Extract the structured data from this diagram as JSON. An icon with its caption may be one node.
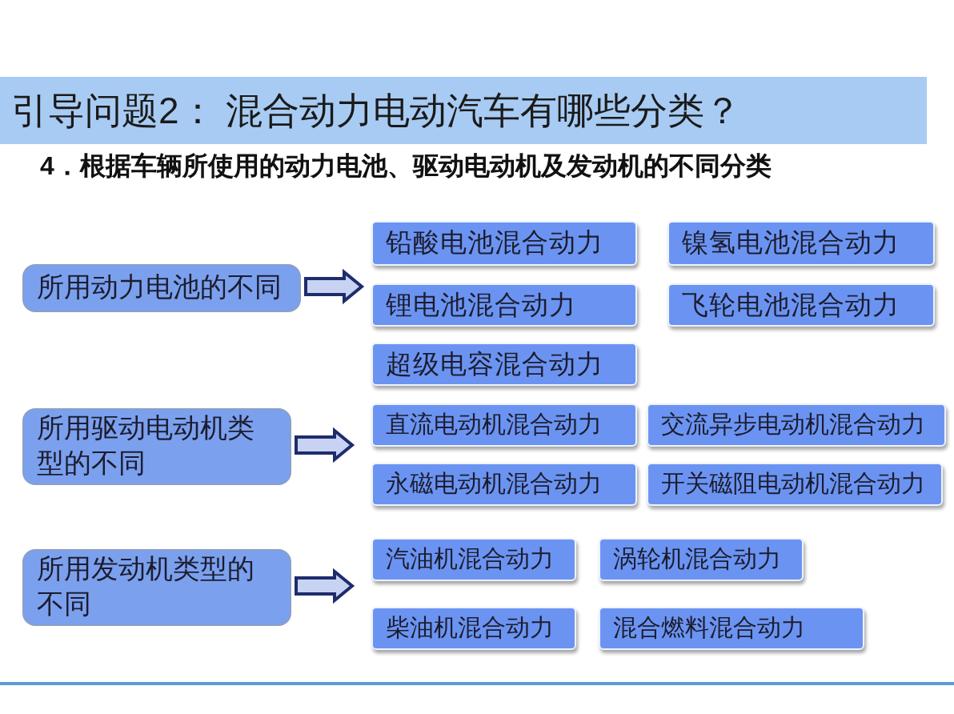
{
  "diagram": {
    "title": "引导问题2： 混合动力电动汽车有哪些分类？",
    "nodes": [
      {
        "text": [
          "所用动力电池的不同"
        ]
      },
      {
        "text": [
          "铅酸电池混合动力"
        ]
      },
      {
        "text": [
          "镍氢电池混合动力"
        ]
      },
      {
        "text": [
          "锂电池混合动力"
        ]
      },
      {
        "text": [
          "飞轮电池混合动力"
        ]
      },
      {
        "text": [
          "超级电容混合动力"
        ]
      },
      {
        "text": [
          "所用驱动电动机类型的不同"
        ]
      },
      {
        "text": [
          "直流电动机混合动力"
        ]
      },
      {
        "text": [
          "交流异步电动机混合动力"
        ]
      },
      {
        "text": [
          "永磁电动机混合动力"
        ]
      },
      {
        "text": [
          "开关磁阻电动机混合动力"
        ]
      },
      {
        "text": [
          "所用发动机类型的不同"
        ]
      },
      {
        "text": [
          "汽油机混合动力"
        ]
      },
      {
        "text": [
          "涡轮机混合动力"
        ]
      },
      {
        "text": [
          "柴油机混合动力"
        ]
      },
      {
        "text": [
          "混合燃料混合动力"
        ]
      }
    ],
    "edges": [
      {
        "from": 0,
        "to": null,
        "arrow": "to"
      },
      {
        "from": 6,
        "to": null,
        "arrow": "to"
      },
      {
        "from": 11,
        "to": null,
        "arrow": "to"
      }
    ],
    "labels": [
      "4．根据车辆所使用的动力电池、驱动电动机及发动机的不同分类"
    ]
  }
}
